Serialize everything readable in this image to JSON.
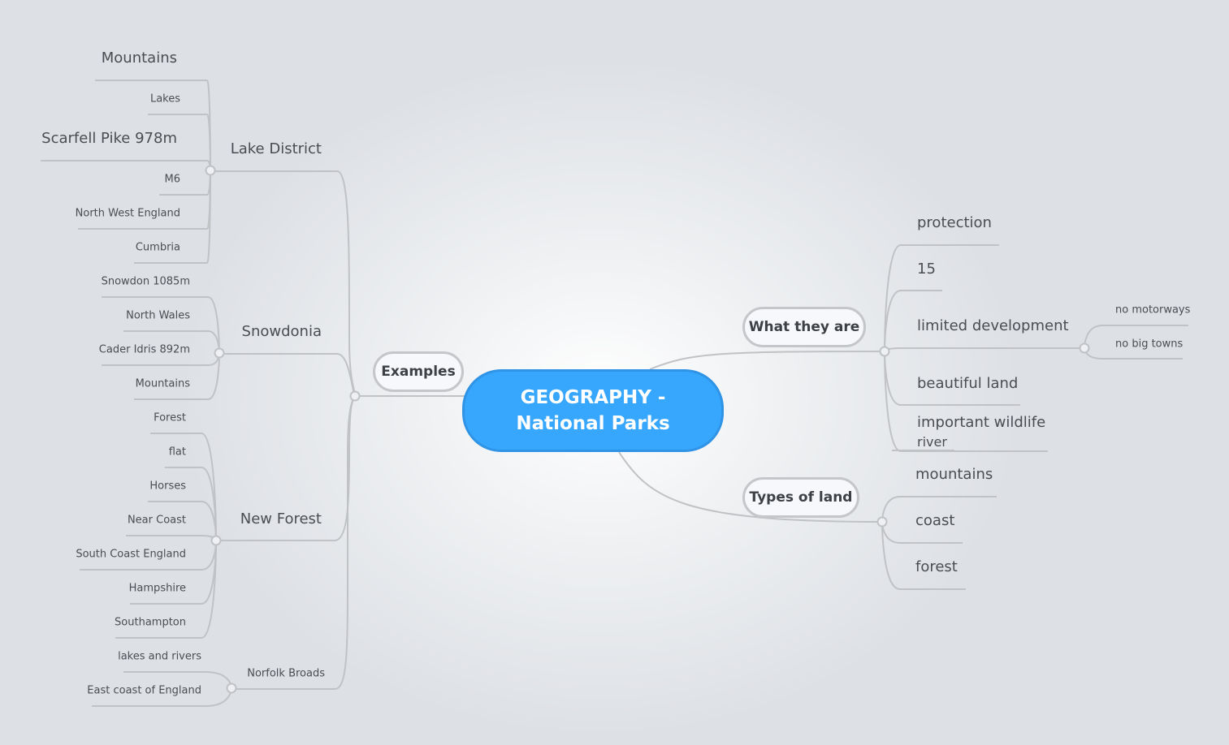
{
  "center": {
    "title": "GEOGRAPHY - National Parks"
  },
  "examples": {
    "label": "Examples",
    "lake_district": {
      "label": "Lake District",
      "children": [
        "Mountains",
        "Lakes",
        "Scarfell Pike 978m",
        "M6",
        "North West England",
        "Cumbria"
      ]
    },
    "snowdonia": {
      "label": "Snowdonia",
      "children": [
        "Snowdon  1085m",
        "North Wales",
        "Cader Idris 892m",
        "Mountains"
      ]
    },
    "new_forest": {
      "label": "New Forest",
      "children": [
        "Forest",
        "flat",
        "Horses",
        "Near Coast",
        "South Coast England",
        "Hampshire",
        "Southampton"
      ]
    },
    "norfolk_broads": {
      "label": "Norfolk Broads",
      "children": [
        "lakes and rivers",
        "East coast of England"
      ]
    }
  },
  "what_they_are": {
    "label": "What they are",
    "children": [
      "protection",
      "15",
      "limited development",
      "beautiful land",
      "important wildlife",
      "river"
    ],
    "limited_development_children": [
      "no motorways",
      "no big towns"
    ]
  },
  "types_of_land": {
    "label": "Types of land",
    "children": [
      "mountains",
      "coast",
      "forest"
    ]
  },
  "colors": {
    "center": "#37a6fd",
    "line": "#c0c2c5",
    "background": "#dde0e5"
  }
}
